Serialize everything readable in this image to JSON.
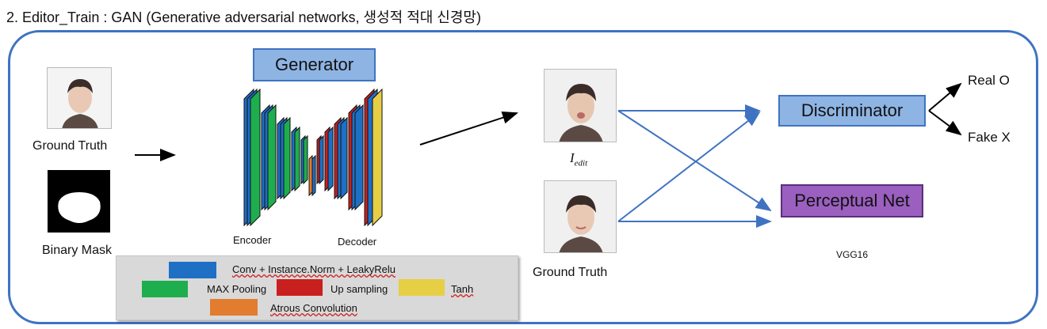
{
  "title": "2. Editor_Train : GAN (Generative adversarial networks, 생성적 적대 신경망)",
  "inputs": {
    "ground_truth_label": "Ground Truth",
    "binary_mask_label": "Binary Mask"
  },
  "generator": {
    "label": "Generator",
    "encoder_label": "Encoder",
    "decoder_label": "Decoder"
  },
  "outputs": {
    "edited_label_main": "I",
    "edited_label_sub": "edit",
    "ground_truth_label": "Ground Truth"
  },
  "discriminator": {
    "label": "Discriminator",
    "real_label": "Real O",
    "fake_label": "Fake X"
  },
  "perceptual": {
    "label": "Perceptual Net",
    "sub_label": "VGG16"
  },
  "legend": {
    "conv_label": "Conv + Instance.Norm + LeakyRelu",
    "maxpool_label": "MAX Pooling",
    "upsample_label": "Up sampling",
    "tanh_label": "Tanh",
    "atrous_label": "Atrous Convolution"
  },
  "colors": {
    "frame": "#3f73c2",
    "conv": "#1f6fc5",
    "maxpool": "#1fae4e",
    "upsample": "#c8201e",
    "tanh": "#e6cf45",
    "atrous": "#e27c2f",
    "generator_box": "#8eb4e3",
    "discriminator_box": "#8eb4e3",
    "perceptual_box": "#9a5fbf"
  }
}
